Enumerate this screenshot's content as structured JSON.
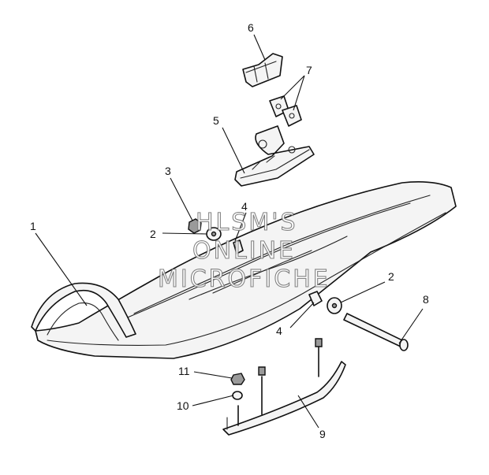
{
  "callouts": [
    "1",
    "2",
    "3",
    "4",
    "5",
    "6",
    "7",
    "8",
    "9",
    "10",
    "11",
    "2",
    "4"
  ],
  "watermark": [
    "HLSM'S",
    "ONLINE",
    "MICROFICHE"
  ],
  "colors": {
    "line": "#111111",
    "background": "#ffffff",
    "watermark_outline": "#777777"
  }
}
